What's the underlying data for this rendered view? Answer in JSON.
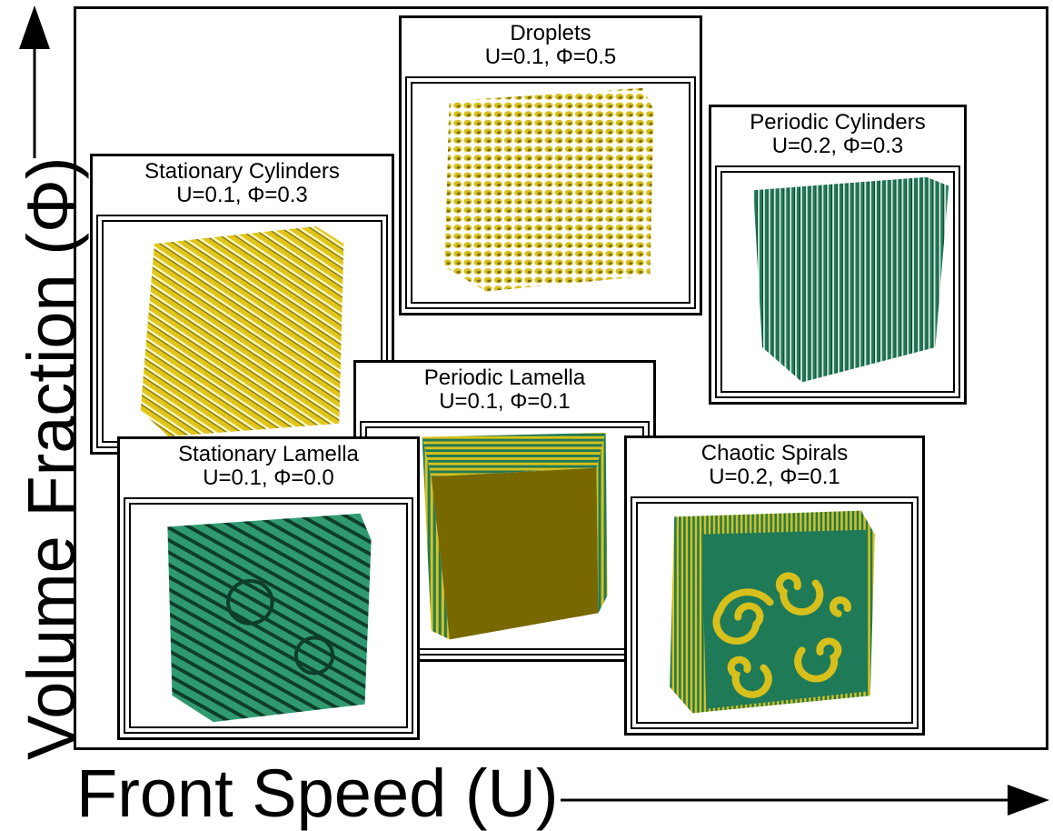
{
  "axes": {
    "y_label": "Volume Fraction (Φ)",
    "x_label": "Front Speed (U)"
  },
  "colors": {
    "yellow": "#e6cf1f",
    "green": "#1f7a57"
  },
  "panels": [
    {
      "id": "stationary-cylinders",
      "name": "Stationary Cylinders",
      "params": "U=0.1, Φ=0.3"
    },
    {
      "id": "droplets",
      "name": "Droplets",
      "params": "U=0.1, Φ=0.5"
    },
    {
      "id": "periodic-cylinders",
      "name": "Periodic Cylinders",
      "params": "U=0.2, Φ=0.3"
    },
    {
      "id": "periodic-lamella",
      "name": "Periodic Lamella",
      "params": "U=0.1, Φ=0.1"
    },
    {
      "id": "stationary-lamella",
      "name": "Stationary Lamella",
      "params": "U=0.1, Φ=0.0"
    },
    {
      "id": "chaotic-spirals",
      "name": "Chaotic Spirals",
      "params": "U=0.2, Φ=0.1"
    }
  ]
}
